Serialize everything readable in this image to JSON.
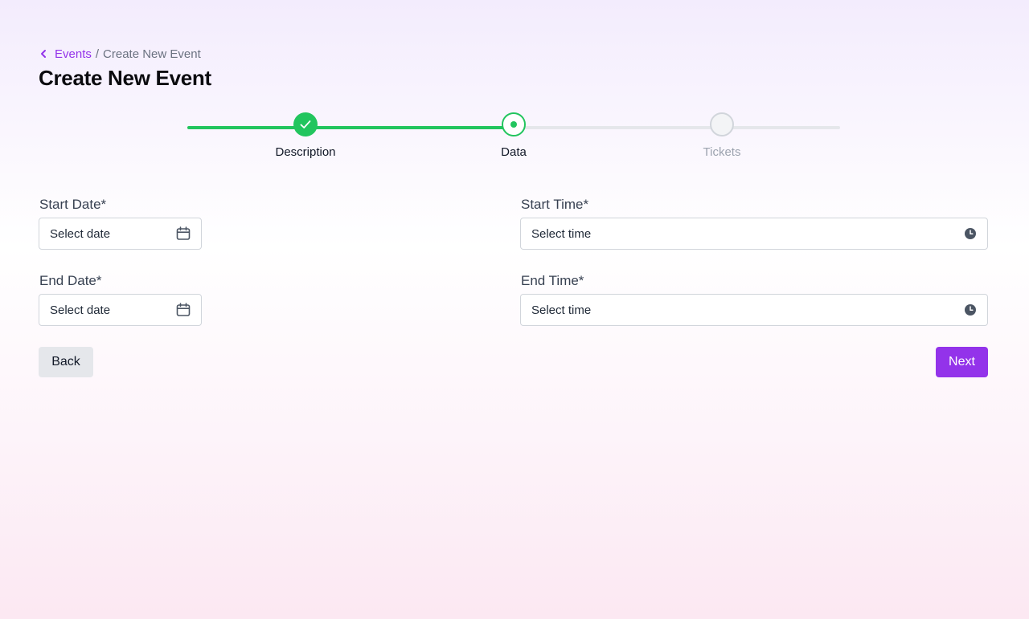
{
  "breadcrumb": {
    "parent": "Events",
    "separator": "/",
    "current": "Create New Event"
  },
  "page": {
    "title": "Create New Event"
  },
  "stepper": {
    "steps": [
      {
        "label": "Description",
        "state": "completed"
      },
      {
        "label": "Data",
        "state": "active"
      },
      {
        "label": "Tickets",
        "state": "pending"
      }
    ]
  },
  "form": {
    "start_date": {
      "label": "Start Date*",
      "placeholder": "Select date",
      "icon": "calendar-icon"
    },
    "end_date": {
      "label": "End Date*",
      "placeholder": "Select date",
      "icon": "calendar-icon"
    },
    "start_time": {
      "label": "Start Time*",
      "placeholder": "Select time",
      "icon": "clock-icon"
    },
    "end_time": {
      "label": "End Time*",
      "placeholder": "Select time",
      "icon": "clock-icon"
    }
  },
  "actions": {
    "back_label": "Back",
    "next_label": "Next"
  },
  "colors": {
    "accent": "#9333ea",
    "success": "#22c55e",
    "muted": "#9ca3af"
  }
}
